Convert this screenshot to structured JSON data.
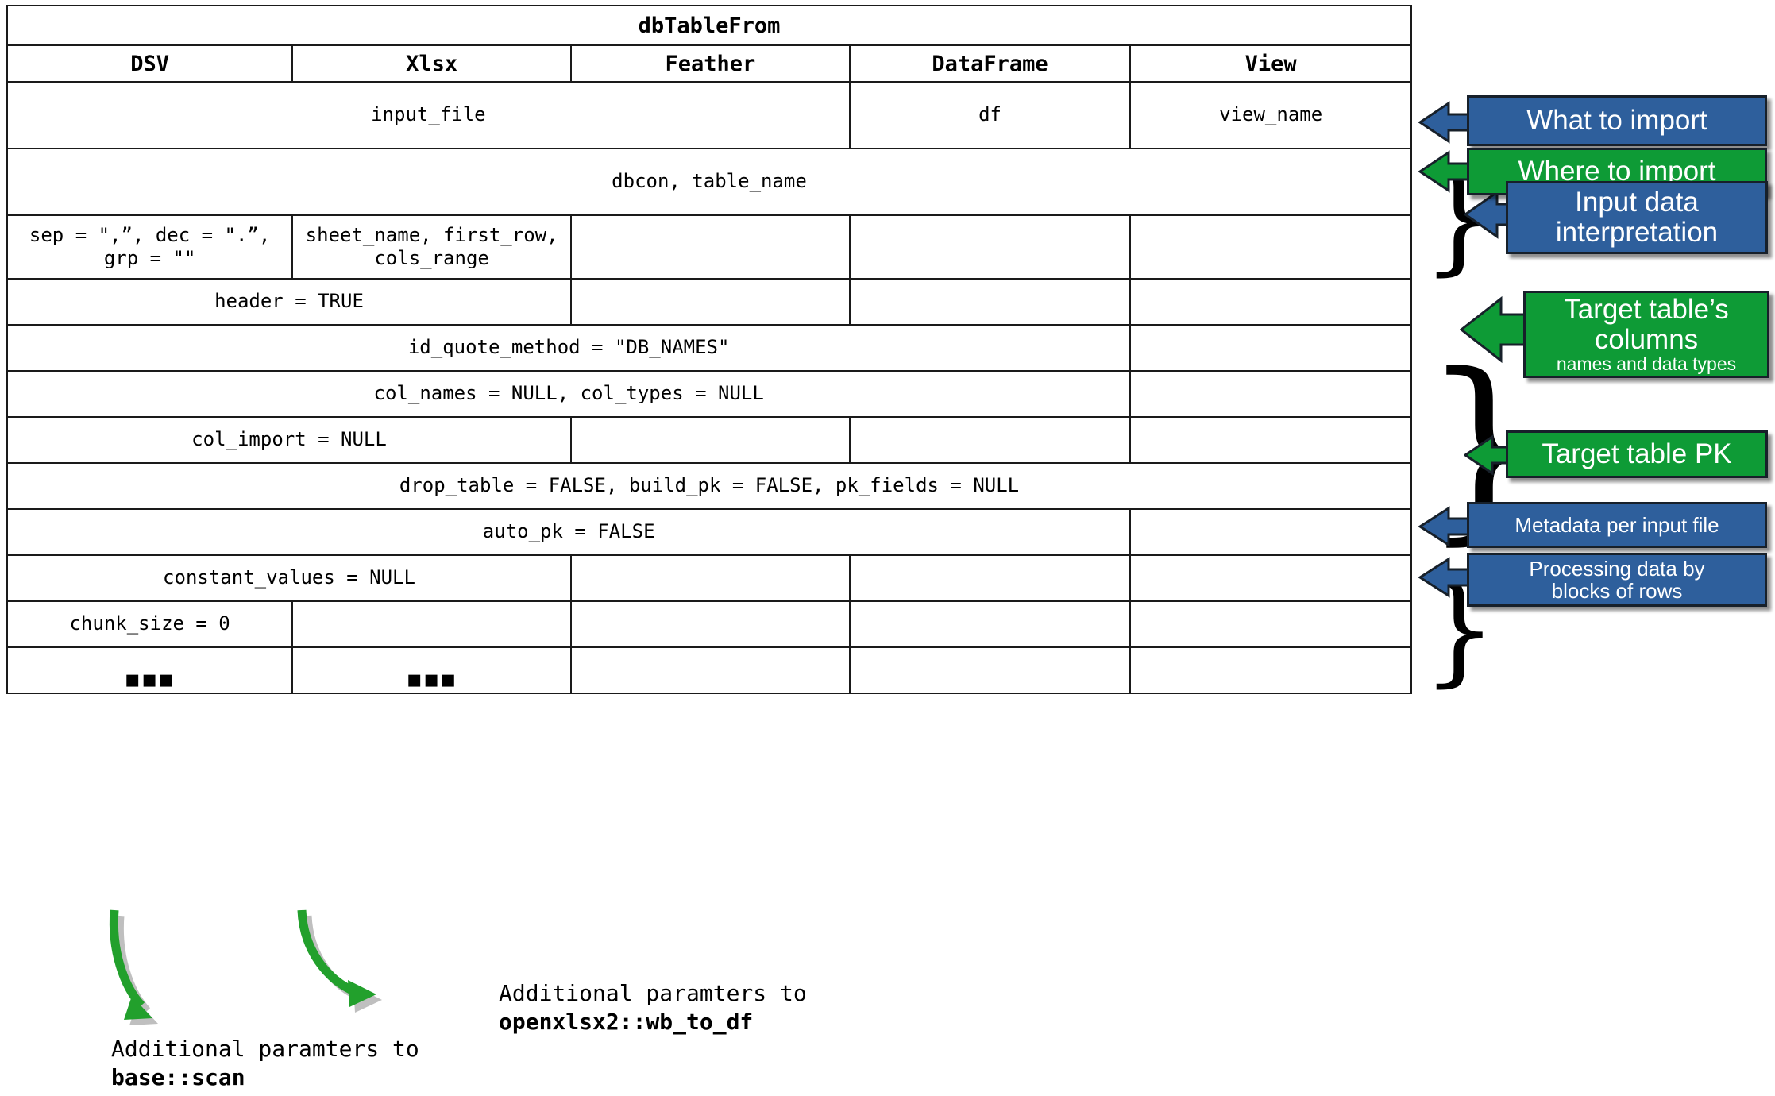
{
  "table": {
    "title": "dbTableFrom",
    "columns": [
      "DSV",
      "Xlsx",
      "Feather",
      "DataFrame",
      "View"
    ],
    "rows": [
      {
        "name": "input-file-row",
        "cells": [
          {
            "text": "input_file",
            "span": 3,
            "gray": false
          },
          {
            "text": "df",
            "span": 1,
            "gray": false
          },
          {
            "text": "view_name",
            "span": 1,
            "gray": false
          }
        ]
      },
      {
        "name": "dbcon-row",
        "cells": [
          {
            "text": "dbcon, table_name",
            "span": 5,
            "gray": false
          }
        ]
      },
      {
        "name": "sep-dec-grp-row",
        "cells": [
          {
            "text": "sep = \",”, dec = \".”,\ngrp = \"\"",
            "span": 1,
            "gray": false
          },
          {
            "text": "sheet_name, first_row,\ncols_range",
            "span": 1,
            "gray": false
          },
          {
            "text": "",
            "span": 1,
            "gray": true
          },
          {
            "text": "",
            "span": 1,
            "gray": true
          },
          {
            "text": "",
            "span": 1,
            "gray": true
          }
        ]
      },
      {
        "name": "header-row",
        "cells": [
          {
            "text": "header = TRUE",
            "span": 2,
            "gray": false
          },
          {
            "text": "",
            "span": 1,
            "gray": true
          },
          {
            "text": "",
            "span": 1,
            "gray": true
          },
          {
            "text": "",
            "span": 1,
            "gray": true
          }
        ]
      },
      {
        "name": "id-quote-method-row",
        "cells": [
          {
            "text": "id_quote_method = \"DB_NAMES\"",
            "span": 4,
            "gray": false
          },
          {
            "text": "",
            "span": 1,
            "gray": true
          }
        ]
      },
      {
        "name": "col-names-types-row",
        "cells": [
          {
            "text": "col_names = NULL, col_types = NULL",
            "span": 4,
            "gray": false
          },
          {
            "text": "",
            "span": 1,
            "gray": true
          }
        ]
      },
      {
        "name": "col-import-row",
        "cells": [
          {
            "text": "col_import = NULL",
            "span": 2,
            "gray": false
          },
          {
            "text": "",
            "span": 1,
            "gray": true
          },
          {
            "text": "",
            "span": 1,
            "gray": true
          },
          {
            "text": "",
            "span": 1,
            "gray": true
          }
        ]
      },
      {
        "name": "drop-table-row",
        "cells": [
          {
            "text": "drop_table = FALSE, build_pk = FALSE, pk_fields = NULL",
            "span": 5,
            "gray": false
          }
        ]
      },
      {
        "name": "auto-pk-row",
        "cells": [
          {
            "text": "auto_pk = FALSE",
            "span": 4,
            "gray": false
          },
          {
            "text": "",
            "span": 1,
            "gray": true
          }
        ]
      },
      {
        "name": "constant-values-row",
        "cells": [
          {
            "text": "constant_values = NULL",
            "span": 2,
            "gray": false
          },
          {
            "text": "",
            "span": 1,
            "gray": true
          },
          {
            "text": "",
            "span": 1,
            "gray": true
          },
          {
            "text": "",
            "span": 1,
            "gray": true
          }
        ]
      },
      {
        "name": "chunk-size-row",
        "cells": [
          {
            "text": "chunk_size = 0",
            "span": 1,
            "gray": false
          },
          {
            "text": "",
            "span": 1,
            "gray": true
          },
          {
            "text": "",
            "span": 1,
            "gray": true
          },
          {
            "text": "",
            "span": 1,
            "gray": true
          },
          {
            "text": "",
            "span": 1,
            "gray": true
          }
        ]
      },
      {
        "name": "ellipsis-row",
        "cells": [
          {
            "text": "▪▪▪",
            "span": 1,
            "gray": false,
            "dots": true
          },
          {
            "text": "▪▪▪",
            "span": 1,
            "gray": false,
            "dots": true
          },
          {
            "text": "",
            "span": 1,
            "gray": true
          },
          {
            "text": "",
            "span": 1,
            "gray": true
          },
          {
            "text": "",
            "span": 1,
            "gray": true
          }
        ]
      }
    ]
  },
  "callouts": [
    {
      "id": "what-to-import",
      "title": "What to import",
      "subtitle": "",
      "color": "blue",
      "hex": "#2E5F9C"
    },
    {
      "id": "where-to-import",
      "title": "Where to import",
      "subtitle": "",
      "color": "green",
      "hex": "#0E9B36"
    },
    {
      "id": "input-data-interpretation",
      "title": "Input data\ninterpretation",
      "subtitle": "",
      "color": "blue",
      "hex": "#2E5F9C"
    },
    {
      "id": "target-table-columns",
      "title": "Target table’s\ncolumns",
      "subtitle": "names and data types",
      "color": "green",
      "hex": "#0E9B36"
    },
    {
      "id": "target-table-pk",
      "title": "Target table PK",
      "subtitle": "",
      "color": "green",
      "hex": "#0E9B36"
    },
    {
      "id": "metadata-per-input-file",
      "title": "Metadata per input file",
      "subtitle": "",
      "color": "blue",
      "hex": "#2E5F9C"
    },
    {
      "id": "processing-data-by-blocks",
      "title": "Processing data by\nblocks of rows",
      "subtitle": "",
      "color": "blue",
      "hex": "#2E5F9C"
    }
  ],
  "annotations": [
    {
      "id": "scan-note",
      "line1": "Additional paramters to",
      "line2": "base::scan"
    },
    {
      "id": "wbtodf-note",
      "line1": "Additional paramters to",
      "line2": "openxlsx2::wb_to_df"
    }
  ],
  "colors": {
    "gray_cell": "#808080",
    "border": "#1a1a1a",
    "arrow_green": "#22A02C",
    "blue": "#2E5F9C",
    "green": "#0E9B36"
  }
}
